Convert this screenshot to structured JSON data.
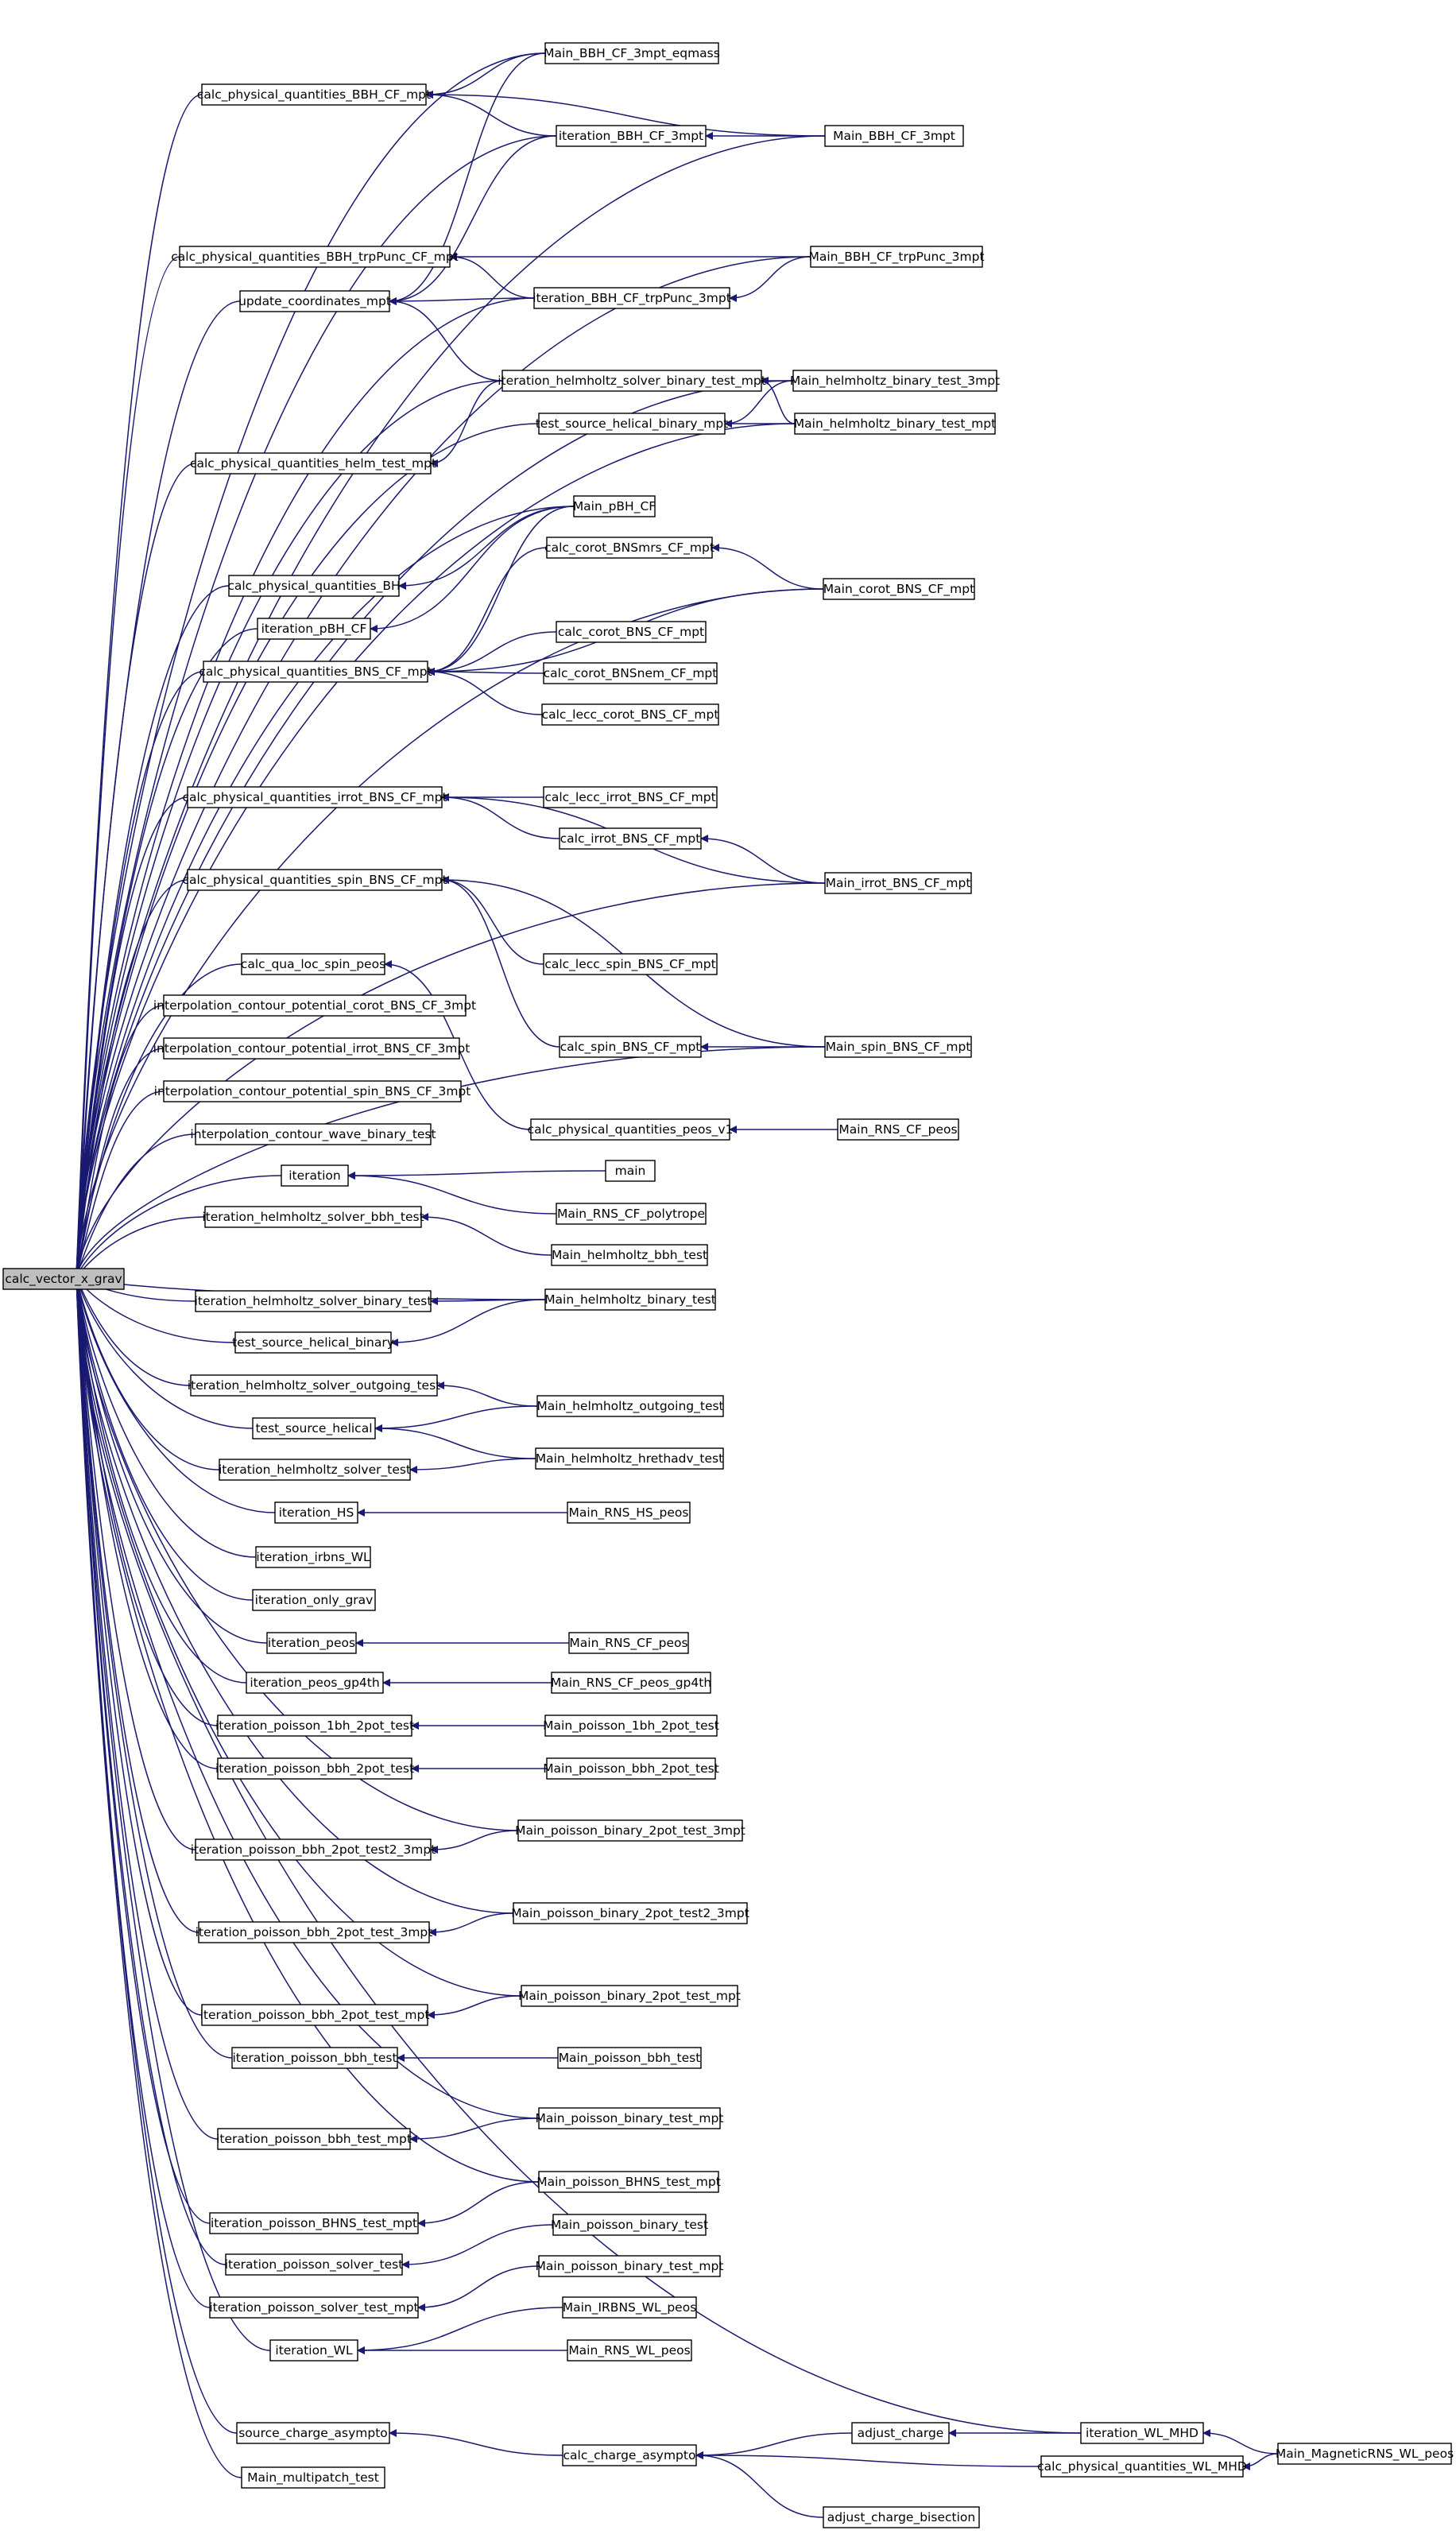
{
  "colors": {
    "edge": "#191970",
    "root_fill": "#bfbfbf",
    "node_fill": "#ffffff",
    "node_border": "#000000"
  },
  "nodes": [
    {
      "id": "calc_vector_x_grav",
      "label": "calc_vector_x_grav"
    },
    {
      "id": "calc_physical_quantities_BBH_CF_mpt",
      "label": "calc_physical_quantities_BBH_CF_mpt"
    },
    {
      "id": "Main_BBH_CF_3mpt_eqmass",
      "label": "Main_BBH_CF_3mpt_eqmass"
    },
    {
      "id": "iteration_BBH_CF_3mpt",
      "label": "iteration_BBH_CF_3mpt"
    },
    {
      "id": "Main_BBH_CF_3mpt",
      "label": "Main_BBH_CF_3mpt"
    },
    {
      "id": "calc_physical_quantities_BBH_trpPunc_CF_mpt",
      "label": "calc_physical_quantities_BBH_trpPunc_CF_mpt"
    },
    {
      "id": "Main_BBH_CF_trpPunc_3mpt",
      "label": "Main_BBH_CF_trpPunc_3mpt"
    },
    {
      "id": "update_coordinates_mpt",
      "label": "update_coordinates_mpt"
    },
    {
      "id": "iteration_BBH_CF_trpPunc_3mpt",
      "label": "iteration_BBH_CF_trpPunc_3mpt"
    },
    {
      "id": "iteration_helmholtz_solver_binary_test_mpt",
      "label": "iteration_helmholtz_solver_binary_test_mpt"
    },
    {
      "id": "Main_helmholtz_binary_test_3mpt",
      "label": "Main_helmholtz_binary_test_3mpt"
    },
    {
      "id": "test_source_helical_binary_mpt",
      "label": "test_source_helical_binary_mpt"
    },
    {
      "id": "Main_helmholtz_binary_test_mpt",
      "label": "Main_helmholtz_binary_test_mpt"
    },
    {
      "id": "calc_physical_quantities_helm_test_mpt",
      "label": "calc_physical_quantities_helm_test_mpt"
    },
    {
      "id": "Main_pBH_CF",
      "label": "Main_pBH_CF"
    },
    {
      "id": "calc_corot_BNSmrs_CF_mpt",
      "label": "calc_corot_BNSmrs_CF_mpt"
    },
    {
      "id": "calc_physical_quantities_BH",
      "label": "calc_physical_quantities_BH"
    },
    {
      "id": "Main_corot_BNS_CF_mpt",
      "label": "Main_corot_BNS_CF_mpt"
    },
    {
      "id": "iteration_pBH_CF",
      "label": "iteration_pBH_CF"
    },
    {
      "id": "calc_corot_BNS_CF_mpt",
      "label": "calc_corot_BNS_CF_mpt"
    },
    {
      "id": "calc_physical_quantities_BNS_CF_mpt",
      "label": "calc_physical_quantities_BNS_CF_mpt"
    },
    {
      "id": "calc_corot_BNSnem_CF_mpt",
      "label": "calc_corot_BNSnem_CF_mpt"
    },
    {
      "id": "calc_lecc_corot_BNS_CF_mpt",
      "label": "calc_lecc_corot_BNS_CF_mpt"
    },
    {
      "id": "calc_physical_quantities_irrot_BNS_CF_mpt",
      "label": "calc_physical_quantities_irrot_BNS_CF_mpt"
    },
    {
      "id": "calc_lecc_irrot_BNS_CF_mpt",
      "label": "calc_lecc_irrot_BNS_CF_mpt"
    },
    {
      "id": "calc_irrot_BNS_CF_mpt",
      "label": "calc_irrot_BNS_CF_mpt"
    },
    {
      "id": "Main_irrot_BNS_CF_mpt",
      "label": "Main_irrot_BNS_CF_mpt"
    },
    {
      "id": "calc_physical_quantities_spin_BNS_CF_mpt",
      "label": "calc_physical_quantities_spin_BNS_CF_mpt"
    },
    {
      "id": "calc_lecc_spin_BNS_CF_mpt",
      "label": "calc_lecc_spin_BNS_CF_mpt"
    },
    {
      "id": "calc_qua_loc_spin_peos",
      "label": "calc_qua_loc_spin_peos"
    },
    {
      "id": "calc_spin_BNS_CF_mpt",
      "label": "calc_spin_BNS_CF_mpt"
    },
    {
      "id": "Main_spin_BNS_CF_mpt",
      "label": "Main_spin_BNS_CF_mpt"
    },
    {
      "id": "interpolation_contour_potential_corot_BNS_CF_3mpt",
      "label": "interpolation_contour_potential_corot_BNS_CF_3mpt"
    },
    {
      "id": "interpolation_contour_potential_irrot_BNS_CF_3mpt",
      "label": "interpolation_contour_potential_irrot_BNS_CF_3mpt"
    },
    {
      "id": "interpolation_contour_potential_spin_BNS_CF_3mpt",
      "label": "interpolation_contour_potential_spin_BNS_CF_3mpt"
    },
    {
      "id": "calc_physical_quantities_peos_v1",
      "label": "calc_physical_quantities_peos_v1"
    },
    {
      "id": "Main_RNS_CF_peos",
      "label": "Main_RNS_CF_peos"
    },
    {
      "id": "interpolation_contour_wave_binary_test",
      "label": "interpolation_contour_wave_binary_test"
    },
    {
      "id": "iteration",
      "label": "iteration"
    },
    {
      "id": "main",
      "label": "main"
    },
    {
      "id": "Main_RNS_CF_polytrope",
      "label": "Main_RNS_CF_polytrope"
    },
    {
      "id": "iteration_helmholtz_solver_bbh_test",
      "label": "iteration_helmholtz_solver_bbh_test"
    },
    {
      "id": "Main_helmholtz_bbh_test",
      "label": "Main_helmholtz_bbh_test"
    },
    {
      "id": "iteration_helmholtz_solver_binary_test",
      "label": "iteration_helmholtz_solver_binary_test"
    },
    {
      "id": "Main_helmholtz_binary_test",
      "label": "Main_helmholtz_binary_test"
    },
    {
      "id": "test_source_helical_binary",
      "label": "test_source_helical_binary"
    },
    {
      "id": "iteration_helmholtz_solver_outgoing_test",
      "label": "iteration_helmholtz_solver_outgoing_test"
    },
    {
      "id": "Main_helmholtz_outgoing_test",
      "label": "Main_helmholtz_outgoing_test"
    },
    {
      "id": "test_source_helical",
      "label": "test_source_helical"
    },
    {
      "id": "Main_helmholtz_hrethadv_test",
      "label": "Main_helmholtz_hrethadv_test"
    },
    {
      "id": "iteration_helmholtz_solver_test",
      "label": "iteration_helmholtz_solver_test"
    },
    {
      "id": "iteration_HS",
      "label": "iteration_HS"
    },
    {
      "id": "Main_RNS_HS_peos",
      "label": "Main_RNS_HS_peos"
    },
    {
      "id": "iteration_irbns_WL",
      "label": "iteration_irbns_WL"
    },
    {
      "id": "iteration_only_grav",
      "label": "iteration_only_grav"
    },
    {
      "id": "iteration_peos",
      "label": "iteration_peos"
    },
    {
      "id": "Main_RNS_CF_peos_2",
      "label": "Main_RNS_CF_peos"
    },
    {
      "id": "iteration_peos_gp4th",
      "label": "iteration_peos_gp4th"
    },
    {
      "id": "Main_RNS_CF_peos_gp4th",
      "label": "Main_RNS_CF_peos_gp4th"
    },
    {
      "id": "iteration_poisson_1bh_2pot_test",
      "label": "iteration_poisson_1bh_2pot_test"
    },
    {
      "id": "Main_poisson_1bh_2pot_test",
      "label": "Main_poisson_1bh_2pot_test"
    },
    {
      "id": "iteration_poisson_bbh_2pot_test",
      "label": "iteration_poisson_bbh_2pot_test"
    },
    {
      "id": "Main_poisson_bbh_2pot_test",
      "label": "Main_poisson_bbh_2pot_test"
    },
    {
      "id": "Main_poisson_binary_2pot_test_3mpt",
      "label": "Main_poisson_binary_2pot_test_3mpt"
    },
    {
      "id": "iteration_poisson_bbh_2pot_test2_3mpt",
      "label": "iteration_poisson_bbh_2pot_test2_3mpt"
    },
    {
      "id": "Main_poisson_binary_2pot_test2_3mpt",
      "label": "Main_poisson_binary_2pot_test2_3mpt"
    },
    {
      "id": "iteration_poisson_bbh_2pot_test_3mpt",
      "label": "iteration_poisson_bbh_2pot_test_3mpt"
    },
    {
      "id": "Main_poisson_binary_2pot_test_mpt",
      "label": "Main_poisson_binary_2pot_test_mpt"
    },
    {
      "id": "iteration_poisson_bbh_2pot_test_mpt",
      "label": "iteration_poisson_bbh_2pot_test_mpt"
    },
    {
      "id": "iteration_poisson_bbh_test",
      "label": "iteration_poisson_bbh_test"
    },
    {
      "id": "Main_poisson_bbh_test",
      "label": "Main_poisson_bbh_test"
    },
    {
      "id": "Main_poisson_binary_test_mpt",
      "label": "Main_poisson_binary_test_mpt"
    },
    {
      "id": "iteration_poisson_bbh_test_mpt",
      "label": "iteration_poisson_bbh_test_mpt"
    },
    {
      "id": "Main_poisson_BHNS_test_mpt",
      "label": "Main_poisson_BHNS_test_mpt"
    },
    {
      "id": "iteration_poisson_BHNS_test_mpt",
      "label": "iteration_poisson_BHNS_test_mpt"
    },
    {
      "id": "Main_poisson_binary_test",
      "label": "Main_poisson_binary_test"
    },
    {
      "id": "iteration_poisson_solver_test",
      "label": "iteration_poisson_solver_test"
    },
    {
      "id": "Main_poisson_binary_test_mpt_2",
      "label": "Main_poisson_binary_test_mpt"
    },
    {
      "id": "iteration_poisson_solver_test_mpt",
      "label": "iteration_poisson_solver_test_mpt"
    },
    {
      "id": "Main_IRBNS_WL_peos",
      "label": "Main_IRBNS_WL_peos"
    },
    {
      "id": "iteration_WL",
      "label": "iteration_WL"
    },
    {
      "id": "Main_RNS_WL_peos",
      "label": "Main_RNS_WL_peos"
    },
    {
      "id": "adjust_charge",
      "label": "adjust_charge"
    },
    {
      "id": "iteration_WL_MHD",
      "label": "iteration_WL_MHD"
    },
    {
      "id": "source_charge_asympto",
      "label": "source_charge_asympto"
    },
    {
      "id": "calc_charge_asympto",
      "label": "calc_charge_asympto"
    },
    {
      "id": "calc_physical_quantities_WL_MHD",
      "label": "calc_physical_quantities_WL_MHD"
    },
    {
      "id": "Main_MagneticRNS_WL_peos",
      "label": "Main_MagneticRNS_WL_peos"
    },
    {
      "id": "Main_multipatch_test",
      "label": "Main_multipatch_test"
    },
    {
      "id": "adjust_charge_bisection",
      "label": "adjust_charge_bisection"
    }
  ],
  "edges": [
    [
      "Main_BBH_CF_3mpt_eqmass",
      "calc_physical_quantities_BBH_CF_mpt"
    ],
    [
      "iteration_BBH_CF_3mpt",
      "calc_physical_quantities_BBH_CF_mpt"
    ],
    [
      "Main_BBH_CF_3mpt",
      "calc_physical_quantities_BBH_CF_mpt"
    ],
    [
      "Main_BBH_CF_3mpt",
      "iteration_BBH_CF_3mpt"
    ],
    [
      "Main_BBH_CF_trpPunc_3mpt",
      "calc_physical_quantities_BBH_trpPunc_CF_mpt"
    ],
    [
      "iteration_BBH_CF_trpPunc_3mpt",
      "calc_physical_quantities_BBH_trpPunc_CF_mpt"
    ],
    [
      "Main_BBH_CF_trpPunc_3mpt",
      "iteration_BBH_CF_trpPunc_3mpt"
    ],
    [
      "iteration_BBH_CF_3mpt",
      "update_coordinates_mpt"
    ],
    [
      "iteration_BBH_CF_trpPunc_3mpt",
      "update_coordinates_mpt"
    ],
    [
      "Main_BBH_CF_3mpt_eqmass",
      "update_coordinates_mpt"
    ],
    [
      "iteration_helmholtz_solver_binary_test_mpt",
      "update_coordinates_mpt"
    ],
    [
      "Main_helmholtz_binary_test_3mpt",
      "iteration_helmholtz_solver_binary_test_mpt"
    ],
    [
      "Main_helmholtz_binary_test_mpt",
      "iteration_helmholtz_solver_binary_test_mpt"
    ],
    [
      "Main_helmholtz_binary_test_mpt",
      "test_source_helical_binary_mpt"
    ],
    [
      "Main_helmholtz_binary_test_3mpt",
      "test_source_helical_binary_mpt"
    ],
    [
      "iteration_helmholtz_solver_binary_test_mpt",
      "calc_physical_quantities_helm_test_mpt"
    ],
    [
      "Main_pBH_CF",
      "calc_physical_quantities_BH"
    ],
    [
      "Main_pBH_CF",
      "iteration_pBH_CF"
    ],
    [
      "Main_corot_BNS_CF_mpt",
      "calc_corot_BNSmrs_CF_mpt"
    ],
    [
      "Main_pBH_CF",
      "calc_physical_quantities_BNS_CF_mpt"
    ],
    [
      "calc_corot_BNSmrs_CF_mpt",
      "calc_physical_quantities_BNS_CF_mpt"
    ],
    [
      "Main_corot_BNS_CF_mpt",
      "calc_physical_quantities_BNS_CF_mpt"
    ],
    [
      "calc_corot_BNS_CF_mpt",
      "calc_physical_quantities_BNS_CF_mpt"
    ],
    [
      "calc_corot_BNSnem_CF_mpt",
      "calc_physical_quantities_BNS_CF_mpt"
    ],
    [
      "calc_lecc_corot_BNS_CF_mpt",
      "calc_physical_quantities_BNS_CF_mpt"
    ],
    [
      "calc_lecc_irrot_BNS_CF_mpt",
      "calc_physical_quantities_irrot_BNS_CF_mpt"
    ],
    [
      "calc_irrot_BNS_CF_mpt",
      "calc_physical_quantities_irrot_BNS_CF_mpt"
    ],
    [
      "Main_irrot_BNS_CF_mpt",
      "calc_physical_quantities_irrot_BNS_CF_mpt"
    ],
    [
      "Main_irrot_BNS_CF_mpt",
      "calc_irrot_BNS_CF_mpt"
    ],
    [
      "calc_lecc_spin_BNS_CF_mpt",
      "calc_physical_quantities_spin_BNS_CF_mpt"
    ],
    [
      "calc_spin_BNS_CF_mpt",
      "calc_physical_quantities_spin_BNS_CF_mpt"
    ],
    [
      "Main_spin_BNS_CF_mpt",
      "calc_physical_quantities_spin_BNS_CF_mpt"
    ],
    [
      "Main_spin_BNS_CF_mpt",
      "calc_spin_BNS_CF_mpt"
    ],
    [
      "calc_physical_quantities_peos_v1",
      "calc_qua_loc_spin_peos"
    ],
    [
      "Main_RNS_CF_peos",
      "calc_physical_quantities_peos_v1"
    ],
    [
      "main",
      "iteration"
    ],
    [
      "Main_RNS_CF_polytrope",
      "iteration"
    ],
    [
      "Main_helmholtz_bbh_test",
      "iteration_helmholtz_solver_bbh_test"
    ],
    [
      "Main_helmholtz_binary_test",
      "iteration_helmholtz_solver_binary_test"
    ],
    [
      "Main_helmholtz_binary_test",
      "test_source_helical_binary"
    ],
    [
      "Main_helmholtz_outgoing_test",
      "iteration_helmholtz_solver_outgoing_test"
    ],
    [
      "Main_helmholtz_outgoing_test",
      "test_source_helical"
    ],
    [
      "Main_helmholtz_hrethadv_test",
      "test_source_helical"
    ],
    [
      "Main_helmholtz_hrethadv_test",
      "iteration_helmholtz_solver_test"
    ],
    [
      "Main_RNS_HS_peos",
      "iteration_HS"
    ],
    [
      "Main_RNS_CF_peos_2",
      "iteration_peos"
    ],
    [
      "Main_RNS_CF_peos_gp4th",
      "iteration_peos_gp4th"
    ],
    [
      "Main_poisson_1bh_2pot_test",
      "iteration_poisson_1bh_2pot_test"
    ],
    [
      "Main_poisson_bbh_2pot_test",
      "iteration_poisson_bbh_2pot_test"
    ],
    [
      "Main_poisson_binary_2pot_test_3mpt",
      "iteration_poisson_bbh_2pot_test2_3mpt"
    ],
    [
      "Main_poisson_binary_2pot_test2_3mpt",
      "iteration_poisson_bbh_2pot_test_3mpt"
    ],
    [
      "Main_poisson_binary_2pot_test_mpt",
      "iteration_poisson_bbh_2pot_test_mpt"
    ],
    [
      "Main_poisson_bbh_test",
      "iteration_poisson_bbh_test"
    ],
    [
      "Main_poisson_binary_test_mpt",
      "iteration_poisson_bbh_test_mpt"
    ],
    [
      "Main_poisson_BHNS_test_mpt",
      "iteration_poisson_BHNS_test_mpt"
    ],
    [
      "Main_poisson_binary_test",
      "iteration_poisson_solver_test"
    ],
    [
      "Main_poisson_binary_test_mpt_2",
      "iteration_poisson_solver_test_mpt"
    ],
    [
      "Main_IRBNS_WL_peos",
      "iteration_WL"
    ],
    [
      "Main_RNS_WL_peos",
      "iteration_WL"
    ],
    [
      "calc_charge_asympto",
      "source_charge_asympto"
    ],
    [
      "adjust_charge",
      "calc_charge_asympto"
    ],
    [
      "calc_physical_quantities_WL_MHD",
      "calc_charge_asympto"
    ],
    [
      "adjust_charge_bisection",
      "calc_charge_asympto"
    ],
    [
      "iteration_WL_MHD",
      "adjust_charge"
    ],
    [
      "Main_MagneticRNS_WL_peos",
      "iteration_WL_MHD"
    ],
    [
      "Main_MagneticRNS_WL_peos",
      "calc_physical_quantities_WL_MHD"
    ],
    [
      "calc_physical_quantities_BBH_CF_mpt",
      "calc_vector_x_grav"
    ],
    [
      "Main_BBH_CF_3mpt_eqmass",
      "calc_vector_x_grav"
    ],
    [
      "iteration_BBH_CF_3mpt",
      "calc_vector_x_grav"
    ],
    [
      "Main_BBH_CF_3mpt",
      "calc_vector_x_grav"
    ],
    [
      "Main_BBH_CF_trpPunc_3mpt",
      "calc_vector_x_grav"
    ],
    [
      "calc_physical_quantities_BBH_trpPunc_CF_mpt",
      "calc_vector_x_grav"
    ],
    [
      "update_coordinates_mpt",
      "calc_vector_x_grav"
    ],
    [
      "iteration_BBH_CF_trpPunc_3mpt",
      "calc_vector_x_grav"
    ],
    [
      "Main_helmholtz_binary_test_3mpt",
      "calc_vector_x_grav"
    ],
    [
      "iteration_helmholtz_solver_binary_test_mpt",
      "calc_vector_x_grav"
    ],
    [
      "calc_physical_quantities_helm_test_mpt",
      "calc_vector_x_grav"
    ],
    [
      "Main_helmholtz_binary_test_mpt",
      "calc_vector_x_grav"
    ],
    [
      "test_source_helical_binary_mpt",
      "calc_vector_x_grav"
    ],
    [
      "Main_pBH_CF",
      "calc_vector_x_grav"
    ],
    [
      "calc_physical_quantities_BH",
      "calc_vector_x_grav"
    ],
    [
      "iteration_pBH_CF",
      "calc_vector_x_grav"
    ],
    [
      "calc_physical_quantities_BNS_CF_mpt",
      "calc_vector_x_grav"
    ],
    [
      "Main_corot_BNS_CF_mpt",
      "calc_vector_x_grav"
    ],
    [
      "calc_physical_quantities_irrot_BNS_CF_mpt",
      "calc_vector_x_grav"
    ],
    [
      "Main_irrot_BNS_CF_mpt",
      "calc_vector_x_grav"
    ],
    [
      "calc_physical_quantities_spin_BNS_CF_mpt",
      "calc_vector_x_grav"
    ],
    [
      "calc_qua_loc_spin_peos",
      "calc_vector_x_grav"
    ],
    [
      "Main_spin_BNS_CF_mpt",
      "calc_vector_x_grav"
    ],
    [
      "interpolation_contour_potential_corot_BNS_CF_3mpt",
      "calc_vector_x_grav"
    ],
    [
      "interpolation_contour_potential_irrot_BNS_CF_3mpt",
      "calc_vector_x_grav"
    ],
    [
      "interpolation_contour_potential_spin_BNS_CF_3mpt",
      "calc_vector_x_grav"
    ],
    [
      "interpolation_contour_wave_binary_test",
      "calc_vector_x_grav"
    ],
    [
      "iteration",
      "calc_vector_x_grav"
    ],
    [
      "iteration_helmholtz_solver_bbh_test",
      "calc_vector_x_grav"
    ],
    [
      "iteration_helmholtz_solver_binary_test",
      "calc_vector_x_grav"
    ],
    [
      "Main_helmholtz_binary_test",
      "calc_vector_x_grav"
    ],
    [
      "test_source_helical_binary",
      "calc_vector_x_grav"
    ],
    [
      "iteration_helmholtz_solver_outgoing_test",
      "calc_vector_x_grav"
    ],
    [
      "test_source_helical",
      "calc_vector_x_grav"
    ],
    [
      "iteration_helmholtz_solver_test",
      "calc_vector_x_grav"
    ],
    [
      "iteration_HS",
      "calc_vector_x_grav"
    ],
    [
      "iteration_irbns_WL",
      "calc_vector_x_grav"
    ],
    [
      "iteration_only_grav",
      "calc_vector_x_grav"
    ],
    [
      "iteration_peos",
      "calc_vector_x_grav"
    ],
    [
      "iteration_peos_gp4th",
      "calc_vector_x_grav"
    ],
    [
      "iteration_poisson_1bh_2pot_test",
      "calc_vector_x_grav"
    ],
    [
      "iteration_poisson_bbh_2pot_test",
      "calc_vector_x_grav"
    ],
    [
      "Main_poisson_binary_2pot_test_3mpt",
      "calc_vector_x_grav"
    ],
    [
      "iteration_poisson_bbh_2pot_test2_3mpt",
      "calc_vector_x_grav"
    ],
    [
      "Main_poisson_binary_2pot_test2_3mpt",
      "calc_vector_x_grav"
    ],
    [
      "iteration_poisson_bbh_2pot_test_3mpt",
      "calc_vector_x_grav"
    ],
    [
      "Main_poisson_binary_2pot_test_mpt",
      "calc_vector_x_grav"
    ],
    [
      "iteration_poisson_bbh_2pot_test_mpt",
      "calc_vector_x_grav"
    ],
    [
      "iteration_poisson_bbh_test",
      "calc_vector_x_grav"
    ],
    [
      "Main_poisson_binary_test_mpt",
      "calc_vector_x_grav"
    ],
    [
      "iteration_poisson_bbh_test_mpt",
      "calc_vector_x_grav"
    ],
    [
      "Main_poisson_BHNS_test_mpt",
      "calc_vector_x_grav"
    ],
    [
      "iteration_poisson_BHNS_test_mpt",
      "calc_vector_x_grav"
    ],
    [
      "iteration_poisson_solver_test",
      "calc_vector_x_grav"
    ],
    [
      "iteration_poisson_solver_test_mpt",
      "calc_vector_x_grav"
    ],
    [
      "iteration_WL",
      "calc_vector_x_grav"
    ],
    [
      "iteration_WL_MHD",
      "calc_vector_x_grav"
    ],
    [
      "source_charge_asympto",
      "calc_vector_x_grav"
    ],
    [
      "Main_multipatch_test",
      "calc_vector_x_grav"
    ]
  ]
}
